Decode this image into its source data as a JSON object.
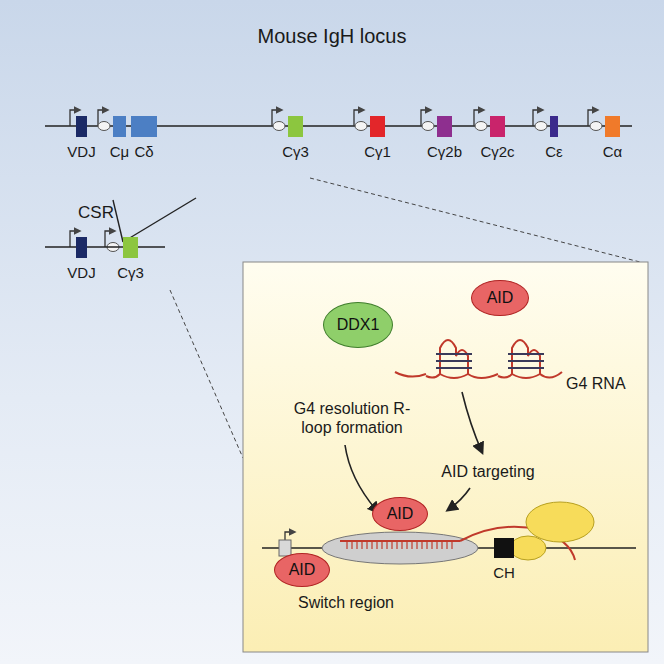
{
  "diagram": {
    "nodes": [
      {
        "text": [
          "VDJ"
        ]
      },
      {
        "text": [
          "Cμ"
        ]
      },
      {
        "text": [
          "Cδ"
        ]
      },
      {
        "text": [
          "Cγ3"
        ]
      },
      {
        "text": [
          "Cγ1"
        ]
      },
      {
        "text": [
          "Cγ2b"
        ]
      },
      {
        "text": [
          "Cγ2c"
        ]
      },
      {
        "text": [
          "Cε"
        ]
      },
      {
        "text": [
          "Cα"
        ]
      },
      {
        "text": [
          "VDJ"
        ]
      },
      {
        "text": [
          "Cγ3"
        ]
      },
      {
        "text": [
          "DDX1"
        ]
      },
      {
        "text": [
          "AID"
        ]
      },
      {
        "text": [
          "AID"
        ]
      },
      {
        "text": [
          "AID"
        ]
      },
      {
        "text": [
          "CH"
        ]
      }
    ],
    "labels": [
      "Mouse IgH locus",
      "CSR",
      "G4 RNA",
      "G4 resolution R-loop formation",
      "AID targeting",
      "Switch region"
    ]
  }
}
